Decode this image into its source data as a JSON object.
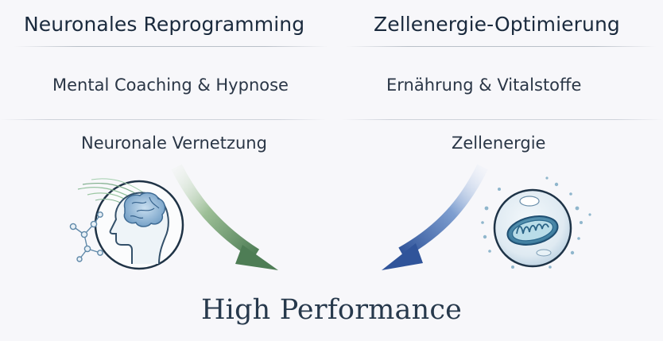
{
  "diagram": {
    "left_column": {
      "heading": "Neuronales Reprogramming",
      "method": "Mental Coaching & Hypnose",
      "effect": "Neuronale Vernetzung",
      "arrow_color": "#5f8f63"
    },
    "right_column": {
      "heading": "Zellenergie-Optimierung",
      "method": "Ernährung & Vitalstoffe",
      "effect": "Zellenergie",
      "arrow_color": "#3c62a6"
    },
    "result": "High Performance",
    "icons": {
      "left": "head-brain-neuron-icon",
      "right": "mitochondrion-cell-icon"
    }
  }
}
